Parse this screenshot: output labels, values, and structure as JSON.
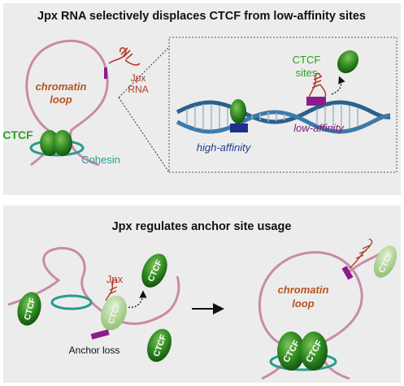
{
  "panel_top": {
    "title": "Jpx RNA selectively displaces CTCF from low-affinity sites",
    "loop_label_line1": "chromatin",
    "loop_label_line2": "loop",
    "ctcf_label": "CTCF",
    "cohesin_label": "Cohesin",
    "jpx_label_line1": "Jpx",
    "jpx_label_line2": "RNA",
    "inset": {
      "sites_line1": "CTCF",
      "sites_line2": "sites",
      "high_affinity": "high-affinity",
      "low_affinity": "low-affinity"
    }
  },
  "panel_bottom": {
    "title": "Jpx regulates anchor site usage",
    "ctcf_text": "CTCF",
    "jpx_label": "Jpx",
    "anchor_loss": "Anchor loss",
    "loop_label_line1": "chromatin",
    "loop_label_line2": "loop"
  },
  "colors": {
    "panel_bg": "#ececec",
    "chromatin": "#c98aa8",
    "ctcf_green": "#2f7d1e",
    "ctcf_dark": "#1f5c14",
    "ctcf_light": "#a9cf8a",
    "cohesin": "#2a9a8e",
    "jpx_rna": "#b33a2a",
    "dna_blue": "#2d5f8a",
    "high_site": "#1f2f8f",
    "low_site": "#8c1c8c",
    "ctcf_label_green": "#2e9e1e",
    "loop_label": "#b5541f",
    "cohesin_text": "#2a9a8e",
    "high_text": "#1f3f8f",
    "low_text": "#7a1a7a"
  }
}
